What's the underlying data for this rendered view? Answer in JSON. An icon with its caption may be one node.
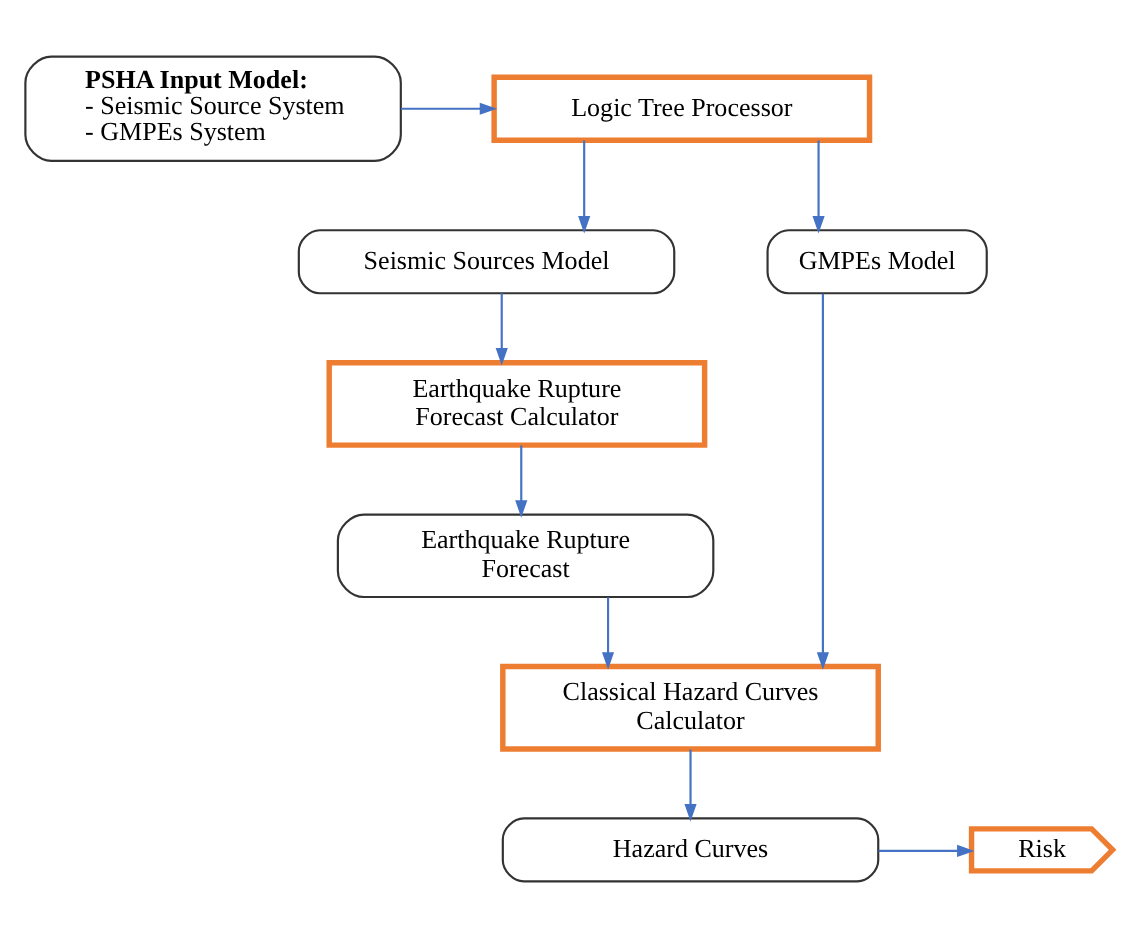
{
  "diagram": {
    "nodes": [
      {
        "text": [
          "PSHA Input Model:",
          "- Seismic Source System",
          "- GMPEs System"
        ]
      },
      {
        "text": [
          "Logic Tree Processor"
        ]
      },
      {
        "text": [
          "Seismic Sources Model"
        ]
      },
      {
        "text": [
          "GMPEs Model"
        ]
      },
      {
        "text": [
          "Earthquake Rupture Forecast Calculator"
        ]
      },
      {
        "text": [
          "Earthquake Rupture Forecast"
        ]
      },
      {
        "text": [
          "Classical Hazard Curves Calculator"
        ]
      },
      {
        "text": [
          "Hazard Curves"
        ]
      },
      {
        "text": [
          "Risk"
        ]
      }
    ],
    "edges": [
      {
        "from": 0,
        "to": 1,
        "arrow": "to"
      },
      {
        "from": 1,
        "to": 2,
        "arrow": "to"
      },
      {
        "from": 1,
        "to": 3,
        "arrow": "to"
      },
      {
        "from": 2,
        "to": 4,
        "arrow": "to"
      },
      {
        "from": 4,
        "to": 5,
        "arrow": "to"
      },
      {
        "from": 5,
        "to": 6,
        "arrow": "to"
      },
      {
        "from": 3,
        "to": 6,
        "arrow": "to"
      },
      {
        "from": 6,
        "to": 7,
        "arrow": "to"
      },
      {
        "from": 7,
        "to": 8,
        "arrow": "to"
      }
    ]
  }
}
